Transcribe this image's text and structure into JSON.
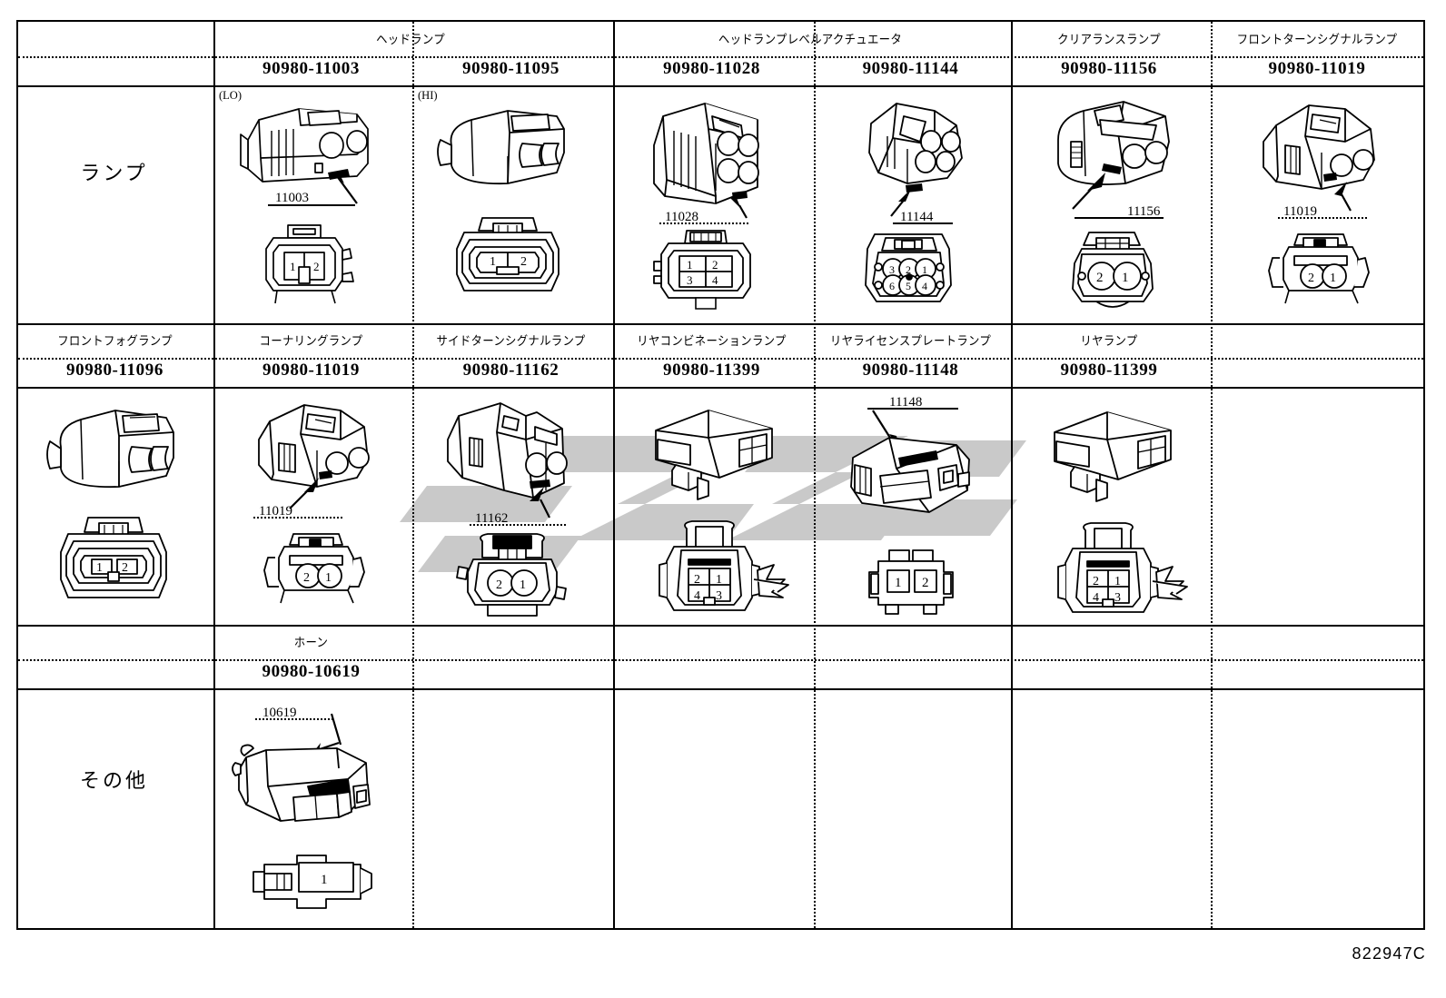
{
  "document": {
    "drawing_code": "822947C",
    "watermark_text": "logo-watermark"
  },
  "groups": [
    {
      "label": "ランプ"
    },
    {
      "label": "その他"
    }
  ],
  "row1": {
    "categories": [
      {
        "name": "ヘッドランプ",
        "span": 2
      },
      {
        "name": "ヘッドランプレベルアクチュエータ",
        "span": 2
      },
      {
        "name": "クリアランスランプ",
        "span": 1
      },
      {
        "name": "フロントターンシグナルランプ",
        "span": 1
      }
    ],
    "parts": [
      {
        "part_no": "90980-11003",
        "callout": "11003",
        "variant": "(LO)",
        "pins": [
          "1",
          "2"
        ],
        "face": "two-square",
        "connector": "headlamp-lo-connector"
      },
      {
        "part_no": "90980-11095",
        "callout": "",
        "variant": "(HI)",
        "pins": [
          "1",
          "2"
        ],
        "face": "two-square-oval",
        "connector": "headlamp-hi-connector"
      },
      {
        "part_no": "90980-11028",
        "callout": "11028",
        "variant": "",
        "pins": [
          "1",
          "2",
          "3",
          "4"
        ],
        "face": "four-square",
        "connector": "headlamp-level-actuator-connector"
      },
      {
        "part_no": "90980-11144",
        "callout": "11144",
        "variant": "",
        "pins": [
          "3",
          "2",
          "1",
          "6",
          "5",
          "4"
        ],
        "face": "six-round",
        "connector": "headlamp-level-actuator-connector-6p"
      },
      {
        "part_no": "90980-11156",
        "callout": "11156",
        "variant": "",
        "pins": [
          "2",
          "1"
        ],
        "face": "two-round",
        "connector": "clearance-lamp-connector"
      },
      {
        "part_no": "90980-11019",
        "callout": "11019",
        "variant": "",
        "pins": [
          "2",
          "1"
        ],
        "face": "two-round-small",
        "connector": "front-turn-signal-lamp-connector"
      }
    ]
  },
  "row2": {
    "categories": [
      {
        "name": "フロントフォグランプ"
      },
      {
        "name": "コーナリングランプ"
      },
      {
        "name": "サイドターンシグナルランプ"
      },
      {
        "name": "リヤコンビネーションランプ"
      },
      {
        "name": "リヤライセンスプレートランプ"
      },
      {
        "name": "リヤランプ"
      },
      {
        "name": ""
      }
    ],
    "parts": [
      {
        "part_no": "90980-11096",
        "callout": "",
        "pins": [
          "1",
          "2"
        ],
        "face": "two-square-oval",
        "connector": "front-fog-lamp-connector"
      },
      {
        "part_no": "90980-11019",
        "callout": "11019",
        "pins": [
          "2",
          "1"
        ],
        "face": "two-round-small",
        "connector": "cornering-lamp-connector"
      },
      {
        "part_no": "90980-11162",
        "callout": "11162",
        "pins": [
          "2",
          "1"
        ],
        "face": "two-round-wide",
        "connector": "side-turn-signal-lamp-connector"
      },
      {
        "part_no": "90980-11399",
        "callout": "",
        "pins": [
          "2",
          "1",
          "4",
          "3"
        ],
        "face": "four-square-clip",
        "connector": "rear-combination-lamp-connector"
      },
      {
        "part_no": "90980-11148",
        "callout": "11148",
        "pins": [
          "1",
          "2"
        ],
        "face": "two-square-flat",
        "connector": "rear-license-plate-lamp-connector"
      },
      {
        "part_no": "90980-11399",
        "callout": "",
        "pins": [
          "2",
          "1",
          "4",
          "3"
        ],
        "face": "four-square-clip",
        "connector": "rear-lamp-connector"
      },
      {
        "part_no": "",
        "callout": "",
        "pins": [],
        "face": "",
        "connector": ""
      }
    ]
  },
  "row3": {
    "categories": [
      {
        "name": ""
      },
      {
        "name": "ホーン"
      },
      {
        "name": ""
      },
      {
        "name": ""
      },
      {
        "name": ""
      },
      {
        "name": ""
      },
      {
        "name": ""
      }
    ],
    "parts": [
      {
        "part_no": "",
        "callout": "",
        "pins": [],
        "connector": ""
      },
      {
        "part_no": "90980-10619",
        "callout": "10619",
        "pins": [
          "1"
        ],
        "face": "one-rect",
        "connector": "horn-connector"
      },
      {
        "part_no": "",
        "callout": "",
        "pins": [],
        "connector": ""
      },
      {
        "part_no": "",
        "callout": "",
        "pins": [],
        "connector": ""
      },
      {
        "part_no": "",
        "callout": "",
        "pins": [],
        "connector": ""
      },
      {
        "part_no": "",
        "callout": "",
        "pins": [],
        "connector": ""
      },
      {
        "part_no": "",
        "callout": "",
        "pins": [],
        "connector": ""
      }
    ]
  }
}
